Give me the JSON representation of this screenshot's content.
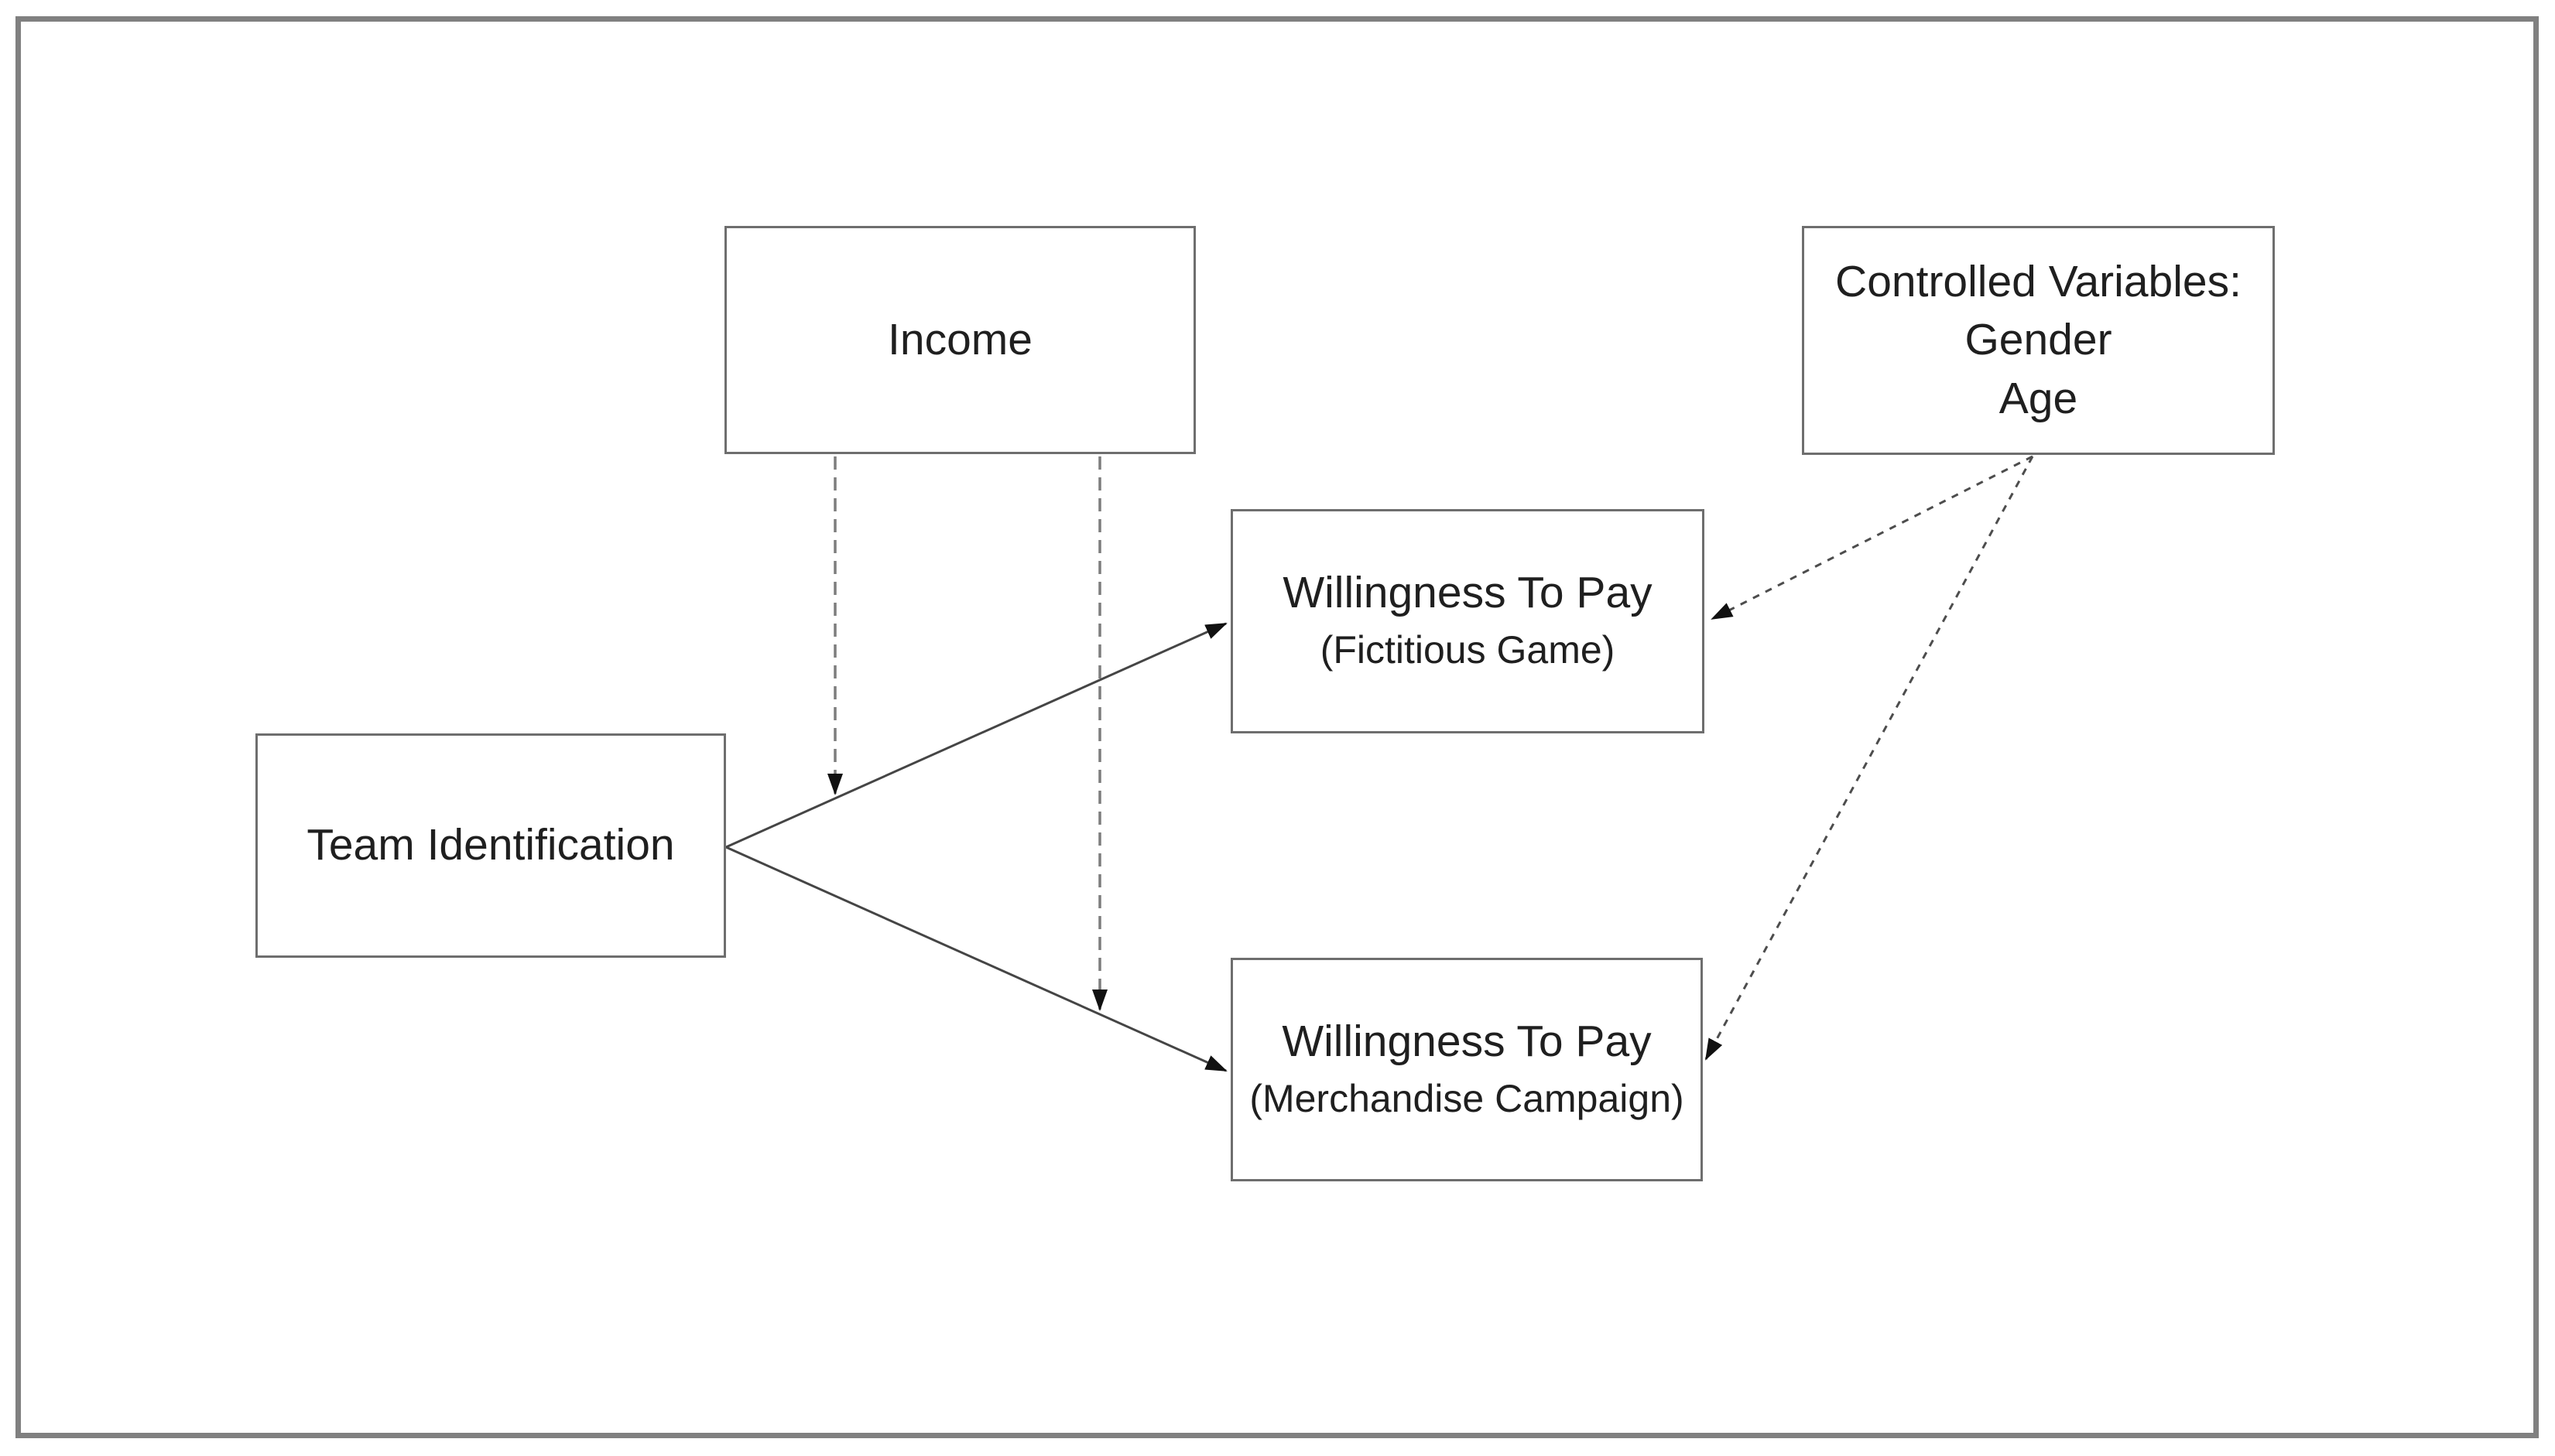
{
  "palette": {
    "page-bg": "#ffffff",
    "frame-border": "#808080",
    "box-border": "#6e6e6e",
    "text": "#1f1f1f",
    "solid-line": "#454545",
    "dashed-line-gray": "#7d7d7d",
    "dashed-line-dark": "#4d4d4d",
    "arrowhead": "#111111"
  },
  "boxes": {
    "income": {
      "label": "Income"
    },
    "controlled": {
      "line1": "Controlled Variables:",
      "line2": "Gender",
      "line3": "Age"
    },
    "team": {
      "label": "Team Identification"
    },
    "wtp_game": {
      "line1": "Willingness To Pay",
      "line2": "(Fictitious Game)"
    },
    "wtp_merch": {
      "line1": "Willingness To Pay",
      "line2": "(Merchandise Campaign)"
    }
  },
  "edges": [
    {
      "from": "Team Identification",
      "to": "Willingness To Pay (Fictitious Game)",
      "style": "solid",
      "arrow": "end"
    },
    {
      "from": "Team Identification",
      "to": "Willingness To Pay (Merchandise Campaign)",
      "style": "solid",
      "arrow": "end"
    },
    {
      "from": "Income",
      "to": "path Team Identification to Willingness To Pay (Fictitious Game)",
      "style": "dashed-long",
      "arrow": "end"
    },
    {
      "from": "Income",
      "to": "path Team Identification to Willingness To Pay (Merchandise Campaign)",
      "style": "dashed-long",
      "arrow": "end"
    },
    {
      "from": "Controlled Variables",
      "to": "Willingness To Pay (Fictitious Game)",
      "style": "dashed-fine",
      "arrow": "end"
    },
    {
      "from": "Controlled Variables",
      "to": "Willingness To Pay (Merchandise Campaign)",
      "style": "dashed-fine",
      "arrow": "end"
    }
  ]
}
